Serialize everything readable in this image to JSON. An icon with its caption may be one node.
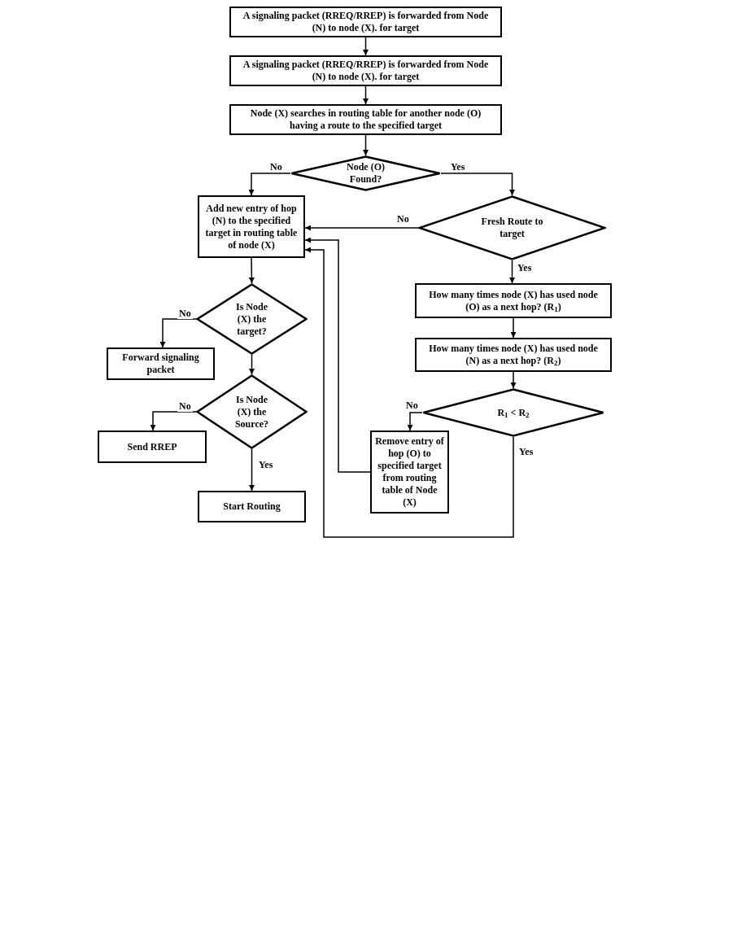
{
  "diagram": {
    "nodes": [
      {
        "text": [
          "A signaling packet (RREQ/RREP) is forwarded from Node (N) to node (X). for target"
        ]
      },
      {
        "text": [
          "A signaling packet (RREQ/RREP) is forwarded from Node (N) to node (X). for target"
        ]
      },
      {
        "text": [
          "Node (X) searches in routing table for another node (O) having a route to the specified target"
        ]
      },
      {
        "text": [
          "Node (O) Found?"
        ]
      },
      {
        "text": [
          "Add new entry of hop (N) to the specified target in routing table of node (X)"
        ]
      },
      {
        "text": [
          "Fresh Route to target"
        ]
      },
      {
        "text": [
          "How many times node (X) has used node (O) as a next hop? (R$_{1}$)"
        ]
      },
      {
        "text": [
          "Is Node (X) the target?"
        ]
      },
      {
        "text": [
          "Forward signaling packet"
        ]
      },
      {
        "text": [
          "How many times node (X) has used node (N) as a next hop? (R$_{2}$)"
        ]
      },
      {
        "text": [
          "Is Node (X) the Source?"
        ]
      },
      {
        "text": [
          "R$_{1}$ < R$_{2}$"
        ]
      },
      {
        "text": [
          "Send RREP"
        ]
      },
      {
        "text": [
          "Remove entry of hop (O) to specified target from routing table of Node (X)"
        ]
      },
      {
        "text": [
          "Start Routing"
        ]
      }
    ],
    "edges": [
      {
        "from": 0,
        "to": 1,
        "arrow": "to"
      },
      {
        "from": 1,
        "to": 2,
        "arrow": "to"
      },
      {
        "from": 2,
        "to": 3,
        "arrow": "to"
      },
      {
        "from": 3,
        "to": 4,
        "arrow": "to",
        "label": "No"
      },
      {
        "from": 3,
        "to": 5,
        "arrow": "to",
        "label": "Yes"
      },
      {
        "from": 5,
        "to": 4,
        "arrow": "to",
        "label": "No"
      },
      {
        "from": 5,
        "to": 6,
        "arrow": "to",
        "label": "Yes"
      },
      {
        "from": 6,
        "to": 9,
        "arrow": "to"
      },
      {
        "from": 4,
        "to": 7,
        "arrow": "to"
      },
      {
        "from": 7,
        "to": 8,
        "arrow": "to",
        "label": "No"
      },
      {
        "from": 7,
        "to": 10,
        "arrow": "to"
      },
      {
        "from": 10,
        "to": 12,
        "arrow": "to",
        "label": "No"
      },
      {
        "from": 10,
        "to": 14,
        "arrow": "to",
        "label": "Yes"
      },
      {
        "from": 9,
        "to": 11,
        "arrow": "to"
      },
      {
        "from": 11,
        "to": 13,
        "arrow": "to",
        "label": "No"
      },
      {
        "from": 13,
        "to": 4,
        "arrow": "to"
      },
      {
        "from": 11,
        "to": 4,
        "arrow": "to",
        "label": "Yes"
      }
    ]
  }
}
